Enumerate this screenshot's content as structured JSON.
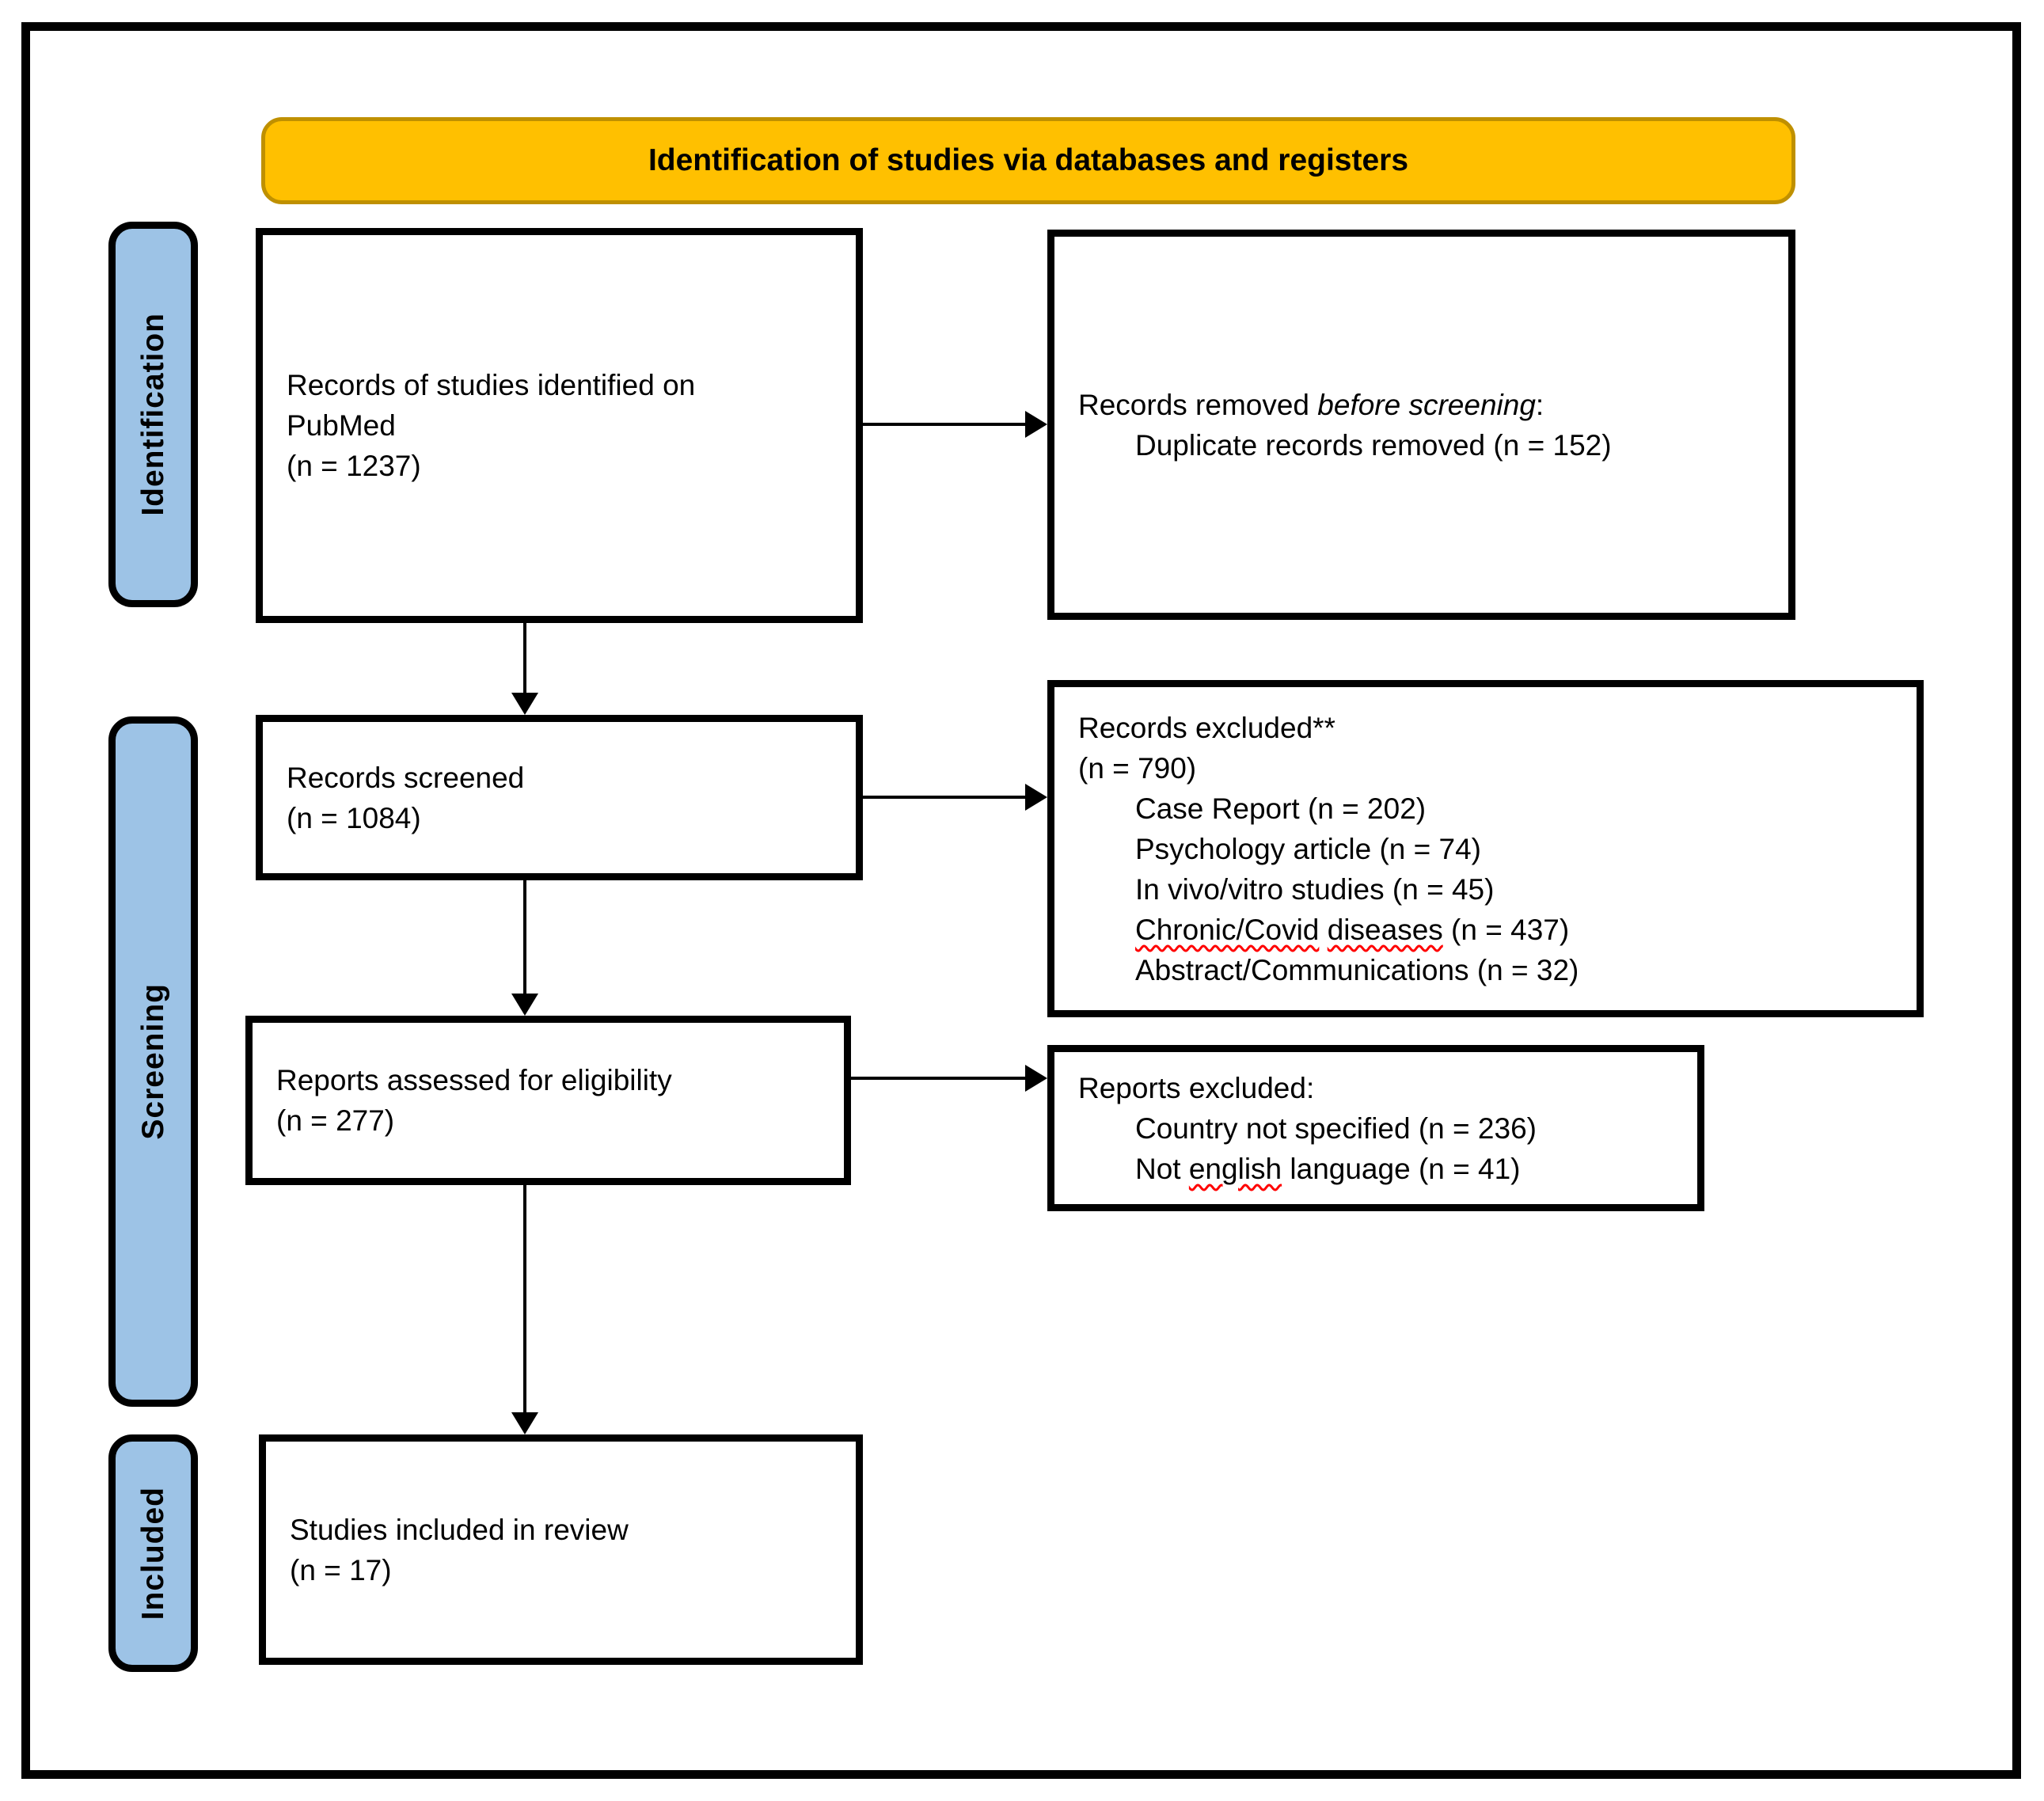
{
  "banner": {
    "title": "Identification of studies via databases and registers"
  },
  "sidebar": {
    "identification": "Identification",
    "screening": "Screening",
    "included": "Included"
  },
  "boxes": {
    "identified": {
      "line1": "Records of studies identified on",
      "line2": "PubMed",
      "line3": "(n = 1237)"
    },
    "removed": {
      "lead": "Records removed ",
      "italic": "before screening",
      "tail": ":",
      "item1": "Duplicate records removed (n = 152)"
    },
    "screened": {
      "line1": "Records screened",
      "line2": "(n = 1084)"
    },
    "excluded": {
      "line1": "Records excluded**",
      "line2": "(n = 790)",
      "item1": "Case Report (n = 202)",
      "item2": "Psychology article (n = 74)",
      "item3": "In vivo/vitro studies (n = 45)",
      "item4a": "Chronic/Covid",
      "item4b": "diseases",
      "item4c": " (n = 437)",
      "item5": "Abstract/Communications (n = 32)"
    },
    "reports_excluded": {
      "line1": "Reports excluded:",
      "item1": "Country not specified (n = 236)",
      "item2a": "Not ",
      "item2b": "english",
      "item2c": " language (n = 41)"
    },
    "included_box": {
      "line1": "Studies included in review",
      "line2": "(n = 17)"
    }
  },
  "colors": {
    "banner_fill": "#FFC000",
    "banner_border": "#BF9000",
    "tab_fill": "#9DC3E6",
    "box_border": "#000000",
    "squiggle": "#FF0000"
  }
}
